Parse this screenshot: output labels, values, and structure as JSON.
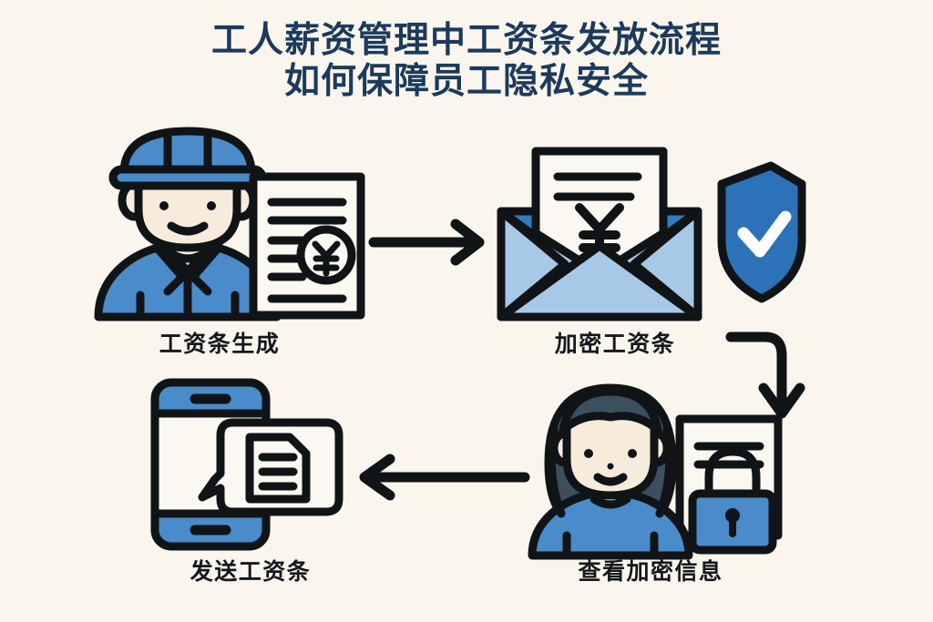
{
  "title": {
    "line1": "工人薪资管理中工资条发放流程",
    "line2": "如何保障员工隐私安全"
  },
  "colors": {
    "background": "#faf6ed",
    "title_navy": "#1b3a5c",
    "outline": "#111417",
    "worker_blue": "#4a8bc9",
    "shield_blue": "#2b72b8",
    "envelope_light": "#a8c8e8",
    "envelope_dark": "#2f7cc0",
    "phone_blue": "#4a8bc9",
    "lock_blue": "#4a8bc9",
    "hair_slate": "#3c4f5c",
    "skin": "#f7ecdc",
    "paper": "#fbf8f1"
  },
  "steps": [
    {
      "id": "generate",
      "order": 1,
      "label": "工资条生成",
      "icons": [
        "worker-with-hardhat-icon",
        "payslip-document-icon",
        "yen-symbol-icon"
      ]
    },
    {
      "id": "encrypt",
      "order": 2,
      "label": "加密工资条",
      "icons": [
        "open-envelope-icon",
        "payslip-letter-icon",
        "yen-symbol-icon",
        "shield-check-icon"
      ]
    },
    {
      "id": "view",
      "order": 3,
      "label": "查看加密信息",
      "icons": [
        "female-employee-icon",
        "document-icon",
        "padlock-icon"
      ]
    },
    {
      "id": "send",
      "order": 4,
      "label": "发送工资条",
      "icons": [
        "smartphone-icon",
        "speech-bubble-icon",
        "document-icon"
      ]
    }
  ],
  "arrows": [
    {
      "id": "arrow-generate-to-encrypt",
      "direction": "right"
    },
    {
      "id": "arrow-encrypt-to-view",
      "direction": "right-then-down"
    },
    {
      "id": "arrow-view-to-send",
      "direction": "left"
    }
  ],
  "flow_order": [
    "工资条生成",
    "加密工资条",
    "查看加密信息",
    "发送工资条"
  ]
}
